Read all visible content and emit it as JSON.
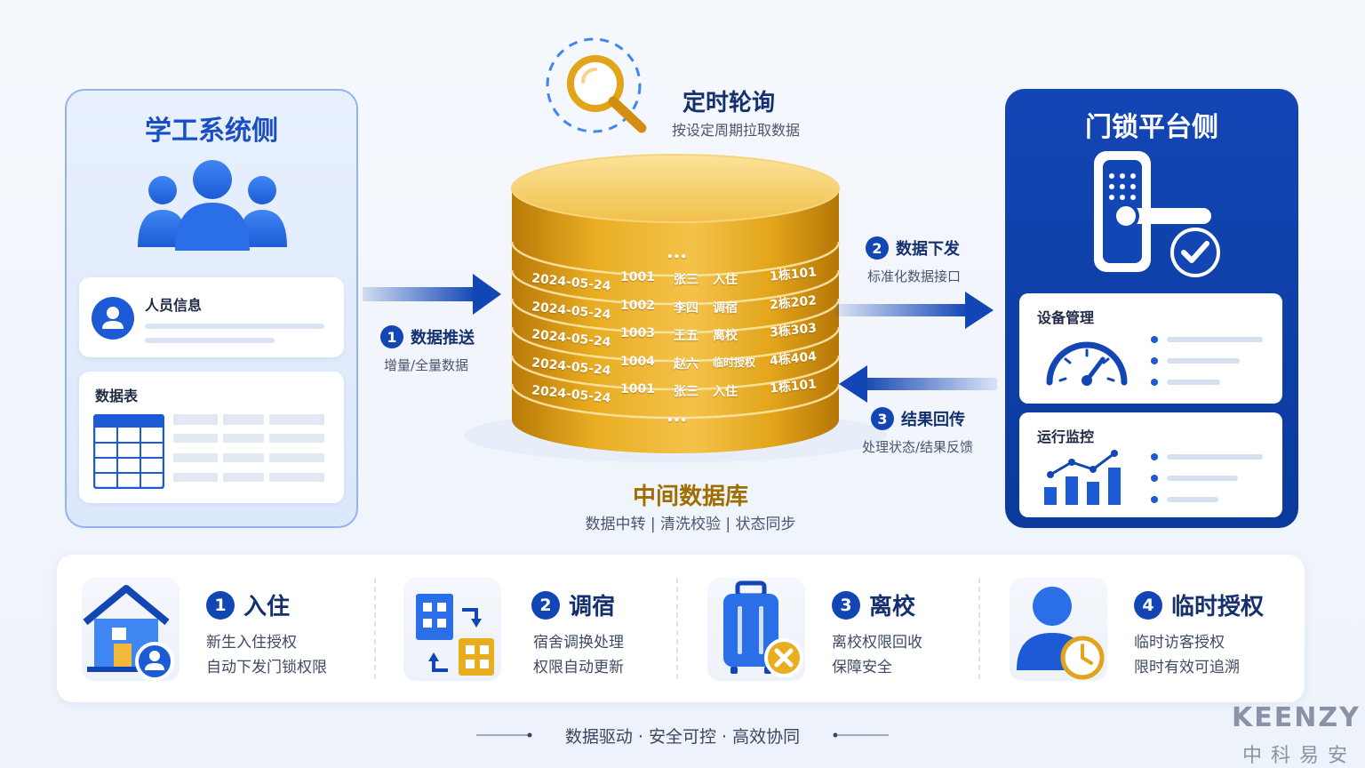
{
  "left_panel": {
    "title": "学工系统侧",
    "person_card_label": "人员信息",
    "table_card_label": "数据表"
  },
  "right_panel": {
    "title": "门锁平台侧",
    "device_card_label": "设备管理",
    "monitor_card_label": "运行监控"
  },
  "polling": {
    "title": "定时轮询",
    "subtitle": "按设定周期拉取数据"
  },
  "database": {
    "title": "中间数据库",
    "subtitle": "数据中转 | 清洗校验 | 状态同步",
    "ellipsis": "•••",
    "records": [
      {
        "date": "2024-05-24",
        "room": "1001",
        "name": "张三",
        "action": "入住",
        "bed": "1栋101"
      },
      {
        "date": "2024-05-24",
        "room": "1002",
        "name": "李四",
        "action": "调宿",
        "bed": "2栋202"
      },
      {
        "date": "2024-05-24",
        "room": "1003",
        "name": "王五",
        "action": "离校",
        "bed": "3栋303"
      },
      {
        "date": "2024-05-24",
        "room": "1004",
        "name": "赵六",
        "action": "临时授权",
        "bed": "4栋404"
      },
      {
        "date": "2024-05-24",
        "room": "1001",
        "name": "张三",
        "action": "入住",
        "bed": "1栋101"
      }
    ]
  },
  "flows": {
    "push": {
      "num": "1",
      "label": "数据推送",
      "sub": "增量/全量数据"
    },
    "issue": {
      "num": "2",
      "label": "数据下发",
      "sub": "标准化数据接口"
    },
    "feedback": {
      "num": "3",
      "label": "结果回传",
      "sub": "处理状态/结果反馈"
    }
  },
  "scenarios": [
    {
      "num": "1",
      "title": "入住",
      "line1": "新生入住授权",
      "line2": "自动下发门锁权限"
    },
    {
      "num": "2",
      "title": "调宿",
      "line1": "宿舍调换处理",
      "line2": "权限自动更新"
    },
    {
      "num": "3",
      "title": "离校",
      "line1": "离校权限回收",
      "line2": "保障安全"
    },
    {
      "num": "4",
      "title": "临时授权",
      "line1": "临时访客授权",
      "line2": "限时有效可追溯"
    }
  ],
  "footer": {
    "slogan": "数据驱动 · 安全可控 · 高效协同",
    "brand_en": "KEENZY",
    "brand_cn": "中科易安"
  },
  "colors": {
    "primary": "#1346b5",
    "gold": "#e2a41a",
    "light_panel": "#e3ecfc"
  }
}
